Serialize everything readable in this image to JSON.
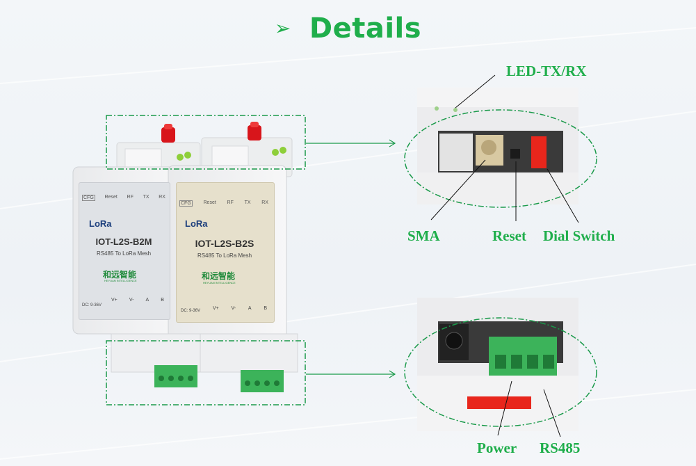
{
  "heading": {
    "arrow": "➢",
    "title": "Details"
  },
  "devices": [
    {
      "name": "device-left",
      "labels": {
        "cfg": "CFG",
        "reset": "Reset",
        "rf": "RF",
        "tx": "TX",
        "rx": "RX"
      },
      "lora": "LoRa",
      "model": "IOT-L2S-B2M",
      "subtitle": "RS485 To LoRa Mesh",
      "brand_cn": "和远智能",
      "brand_en": "HEYUAN INTELLIGENCE",
      "dc": "DC: 9-36V",
      "terminals": [
        "V+",
        "V-",
        "A",
        "B"
      ],
      "face_color": "#dfe2e6"
    },
    {
      "name": "device-right",
      "labels": {
        "cfg": "CFG",
        "reset": "Reset",
        "rf": "RF",
        "tx": "TX",
        "rx": "RX"
      },
      "lora": "LoRa",
      "model": "IOT-L2S-B2S",
      "subtitle": "RS485 To LoRa Mesh",
      "brand_cn": "和远智能",
      "brand_en": "HEYUAN INTELLIGENCE",
      "dc": "DC: 9-36V",
      "terminals": [
        "V+",
        "V-",
        "A",
        "B"
      ],
      "face_color": "#e6e0cc"
    }
  ],
  "callouts": {
    "led": "LED-TX/RX",
    "sma": "SMA",
    "reset": "Reset",
    "dial_switch": "Dial Switch",
    "power": "Power",
    "rs485": "RS485"
  },
  "colors": {
    "accent": "#1fae4b",
    "dashed_box": "#1a9a4a",
    "led_red": "#e02020",
    "led_green": "#8ecf3a",
    "terminal_green": "#3cb35a",
    "dial_red": "#e8261c"
  }
}
